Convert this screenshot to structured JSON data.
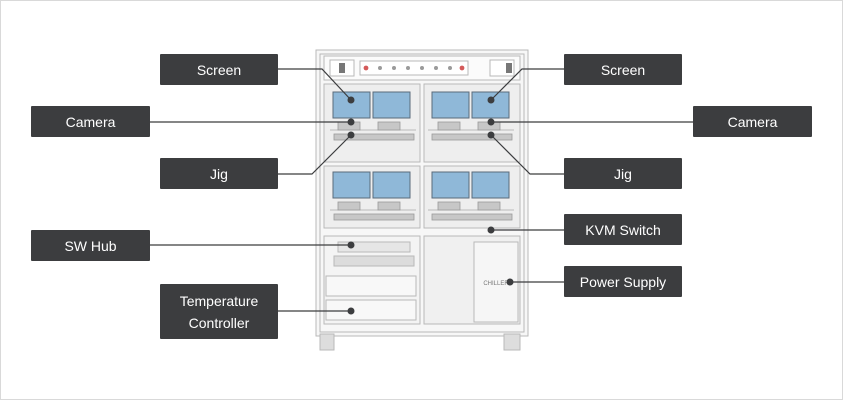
{
  "labels": {
    "screen_left": "Screen",
    "screen_right": "Screen",
    "camera_left": "Camera",
    "camera_right": "Camera",
    "jig_left": "Jig",
    "jig_right": "Jig",
    "kvm_switch": "KVM Switch",
    "sw_hub": "SW Hub",
    "power_supply": "Power Supply",
    "temperature_controller_line1": "Temperature",
    "temperature_controller_line2": "Controller"
  },
  "equipment_text": {
    "chiller_brand": "CHILLER"
  },
  "colors": {
    "label_bg": "#3c3d3f",
    "label_text": "#ffffff",
    "leader_line": "#3c3d3f",
    "equipment_line": "#b7b7b7"
  }
}
